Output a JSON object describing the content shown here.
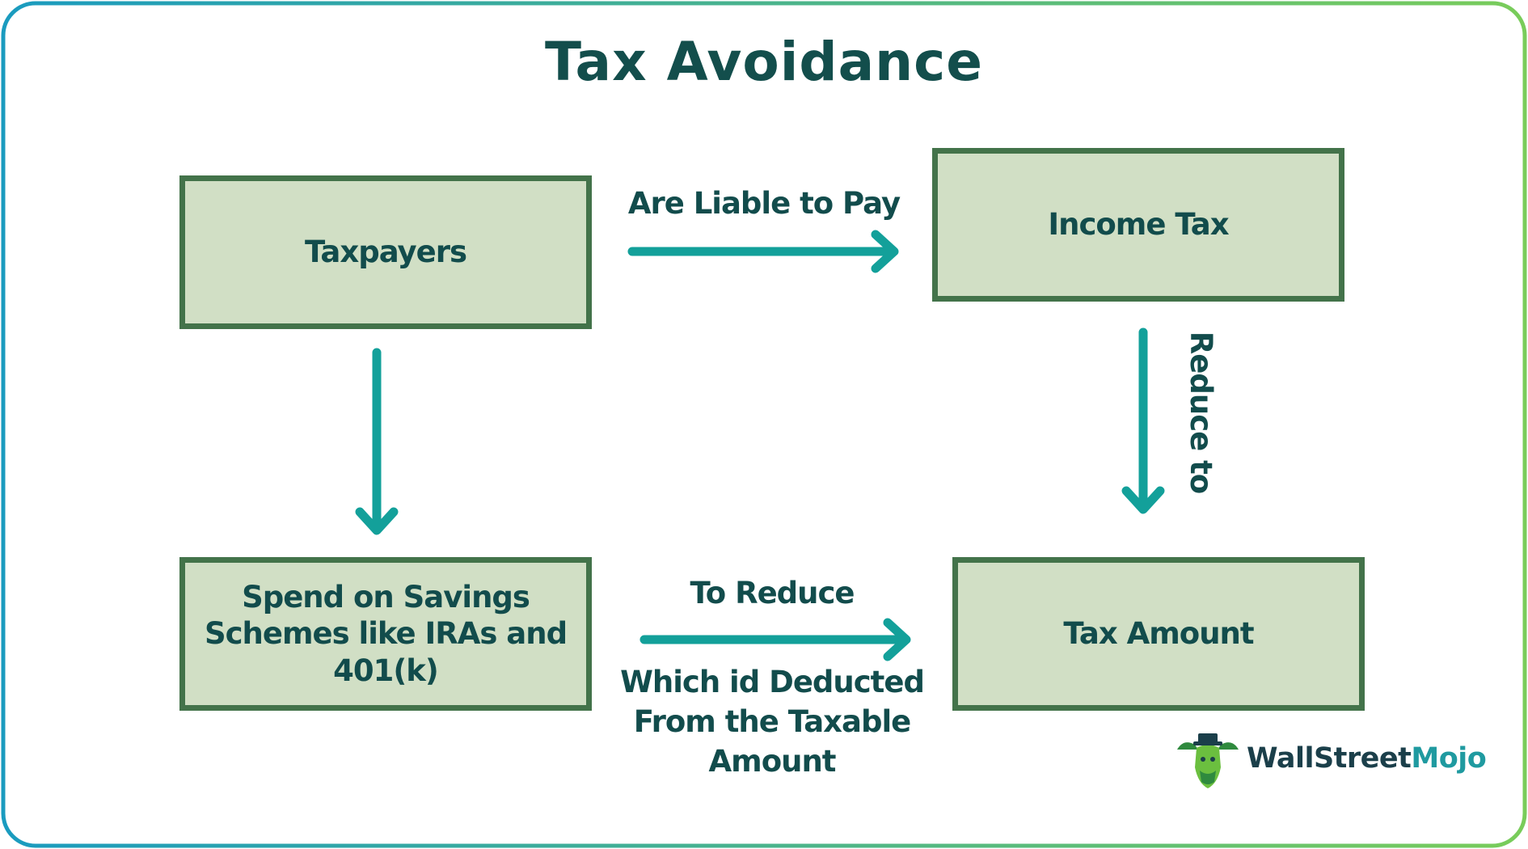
{
  "title": "Tax Avoidance",
  "nodes": {
    "taxpayers": "Taxpayers",
    "income_tax": "Income Tax",
    "spend": "Spend on Savings Schemes like IRAs and 401(k)",
    "tax_amount": "Tax Amount"
  },
  "edges": {
    "liable": "Are Liable to Pay",
    "reduce_to": "Reduce to",
    "to_reduce": "To Reduce",
    "deducted": "Which id Deducted From the Taxable Amount"
  },
  "logo": {
    "part1": "WallStreet",
    "part2": "Mojo"
  },
  "colors": {
    "box_fill": "#d1dfc5",
    "box_border": "#43734a",
    "text": "#124c4c",
    "arrow": "#13a09a",
    "frame_start": "#1a9bbf",
    "frame_end": "#79cc5a"
  }
}
